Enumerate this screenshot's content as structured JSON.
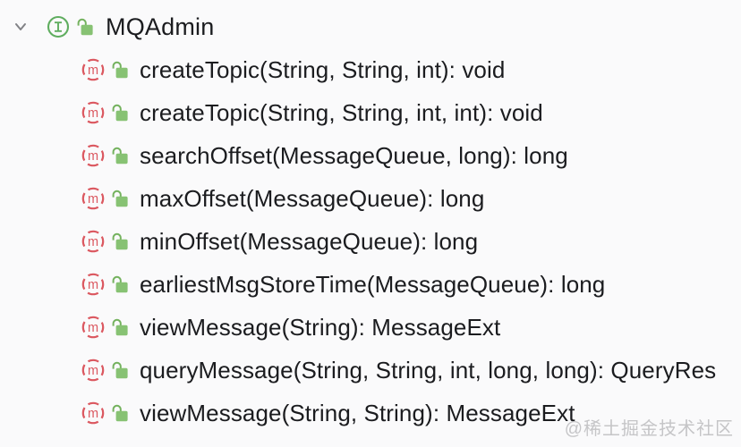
{
  "window": {
    "background_color": "#fafafb",
    "text_color": "#1b1c1f"
  },
  "structure_view": {
    "root": {
      "label": "MQAdmin",
      "kind": "interface",
      "expanded": true,
      "visibility": "public"
    },
    "methods": [
      {
        "signature": "createTopic(String, String, int): void",
        "kind": "abstract-method",
        "visibility": "public"
      },
      {
        "signature": "createTopic(String, String, int, int): void",
        "kind": "abstract-method",
        "visibility": "public"
      },
      {
        "signature": "searchOffset(MessageQueue, long): long",
        "kind": "abstract-method",
        "visibility": "public"
      },
      {
        "signature": "maxOffset(MessageQueue): long",
        "kind": "abstract-method",
        "visibility": "public"
      },
      {
        "signature": "minOffset(MessageQueue): long",
        "kind": "abstract-method",
        "visibility": "public"
      },
      {
        "signature": "earliestMsgStoreTime(MessageQueue): long",
        "kind": "abstract-method",
        "visibility": "public"
      },
      {
        "signature": "viewMessage(String): MessageExt",
        "kind": "abstract-method",
        "visibility": "public"
      },
      {
        "signature": "queryMessage(String, String, int, long, long): QueryRes",
        "kind": "abstract-method",
        "visibility": "public"
      },
      {
        "signature": "viewMessage(String, String): MessageExt",
        "kind": "abstract-method",
        "visibility": "public"
      }
    ],
    "icons": {
      "chevron": "chevron-down-icon",
      "interface": "interface-icon",
      "abstract_method": "abstract-method-icon",
      "public_lock": "open-lock-icon"
    },
    "icon_colors": {
      "interface_green": "#5fad5f",
      "method_red": "#db5860",
      "lock_green": "#87c273",
      "lock_shackle_green": "#74b25e",
      "chevron_gray": "#818286"
    }
  },
  "watermark": {
    "text": "@稀土掘金技术社区"
  }
}
